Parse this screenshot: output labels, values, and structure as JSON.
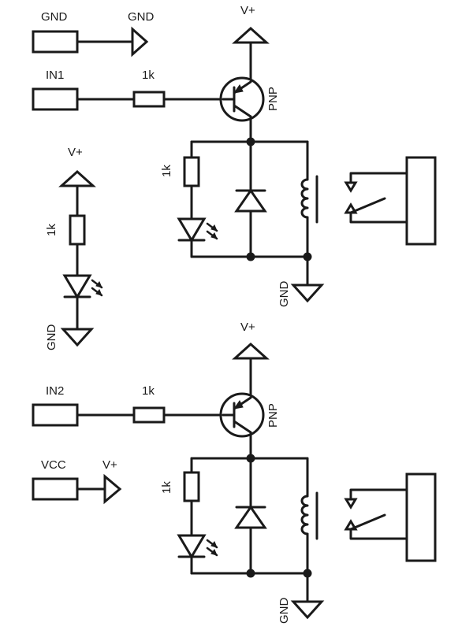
{
  "labels": {
    "gnd_top_port": "GND",
    "gnd_top_symbol": "GND",
    "in1": "IN1",
    "r1": "1k",
    "vplus_q1": "V+",
    "pnp_q1": "PNP",
    "r_led1": "1k",
    "gnd_relay1": "GND",
    "vplus_power_led": "V+",
    "r_power_led": "1k",
    "gnd_power_led": "GND",
    "vplus_q2": "V+",
    "in2": "IN2",
    "r2": "1k",
    "pnp_q2": "PNP",
    "vcc_port": "VCC",
    "vplus_vcc": "V+",
    "r_led2": "1k",
    "gnd_relay2": "GND"
  },
  "colors": {
    "ink": "#1a1a1a",
    "background": "#ffffff"
  }
}
